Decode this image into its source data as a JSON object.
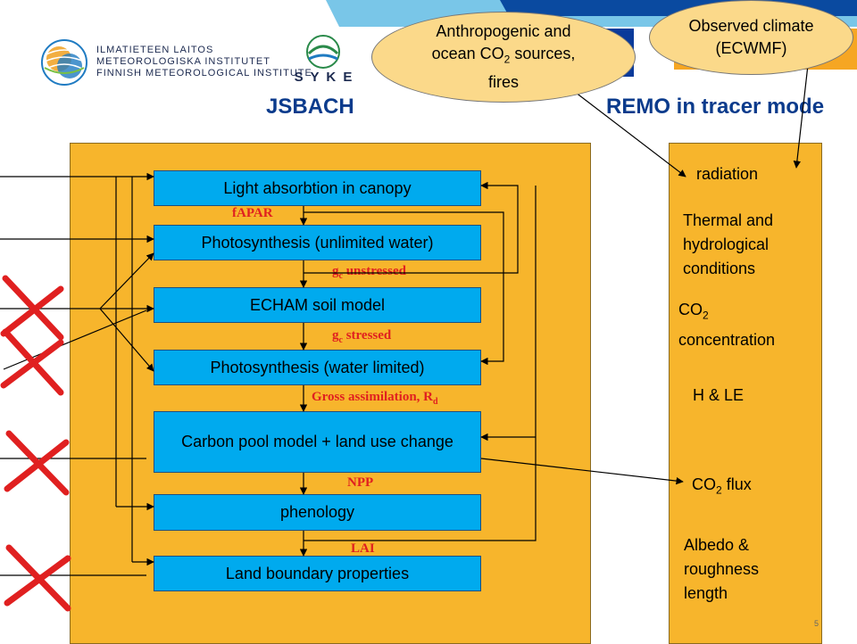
{
  "header": {
    "fmi_logo_lines": [
      "ILMATIETEEN LAITOS",
      "METEOROLOGISKA INSTITUTET",
      "FINNISH METEOROLOGICAL INSTITUTE"
    ],
    "syke_logo": "S Y K E"
  },
  "titles": {
    "jsbach": "JSBACH",
    "remo": "REMO in tracer mode"
  },
  "ovals": {
    "anthropogenic": [
      "Anthropogenic and",
      "ocean CO",
      "2",
      " sources,",
      "fires"
    ],
    "observed": [
      "Observed climate",
      "(ECWMF)"
    ]
  },
  "boxes": {
    "light": "Light absorbtion in canopy",
    "photo_unlimited": "Photosynthesis (unlimited water)",
    "soil": "ECHAM soil model",
    "photo_limited": "Photosynthesis (water limited)",
    "carbon": "Carbon pool model + land use change",
    "phenology": "phenology",
    "boundary": "Land boundary properties"
  },
  "flow_labels": {
    "fapar": "fAPAR",
    "gc_unstressed": [
      "g",
      "c",
      " unstressed"
    ],
    "gc_stressed": [
      "g",
      "c",
      " stressed"
    ],
    "gross": [
      "Gross assimilation, R",
      "d"
    ],
    "npp": "NPP",
    "lai": "LAI"
  },
  "remo_items": {
    "radiation": "radiation",
    "thermal": [
      "Thermal and",
      "hydrological",
      "conditions"
    ],
    "co2_conc": [
      "CO",
      "2",
      "concentration"
    ],
    "h_le": "H & LE",
    "co2_flux": [
      "CO",
      "2",
      " flux"
    ],
    "albedo": [
      "Albedo &",
      "roughness",
      "length"
    ]
  },
  "page_number": "5",
  "colors": {
    "panel": "#f7b52c",
    "box": "#00aaee",
    "oval": "#fbd98a",
    "title": "#0b3b8c",
    "cross": "#e02020",
    "label_red": "#e02020"
  }
}
